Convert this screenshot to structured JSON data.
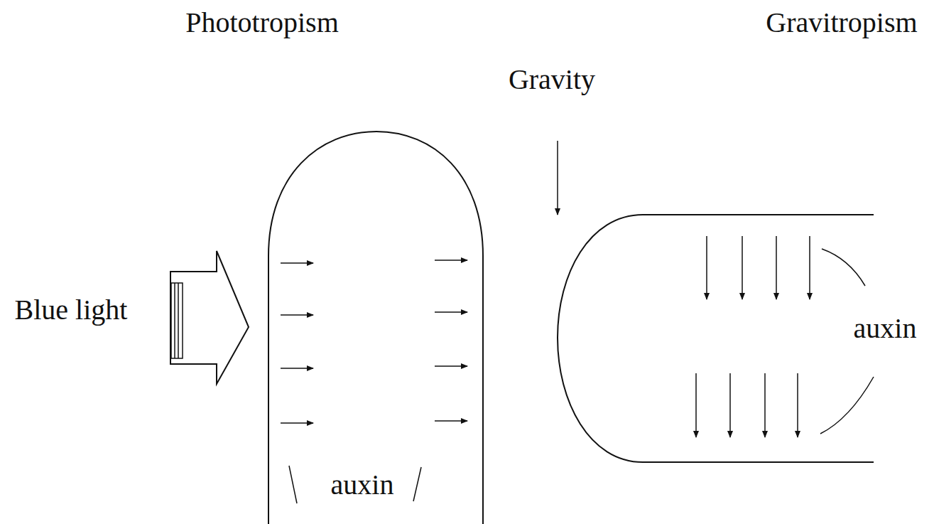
{
  "diagram": {
    "labels": [
      "Phototropism",
      "Gravitropism",
      "Gravity",
      "Blue light",
      "auxin",
      "auxin"
    ]
  }
}
